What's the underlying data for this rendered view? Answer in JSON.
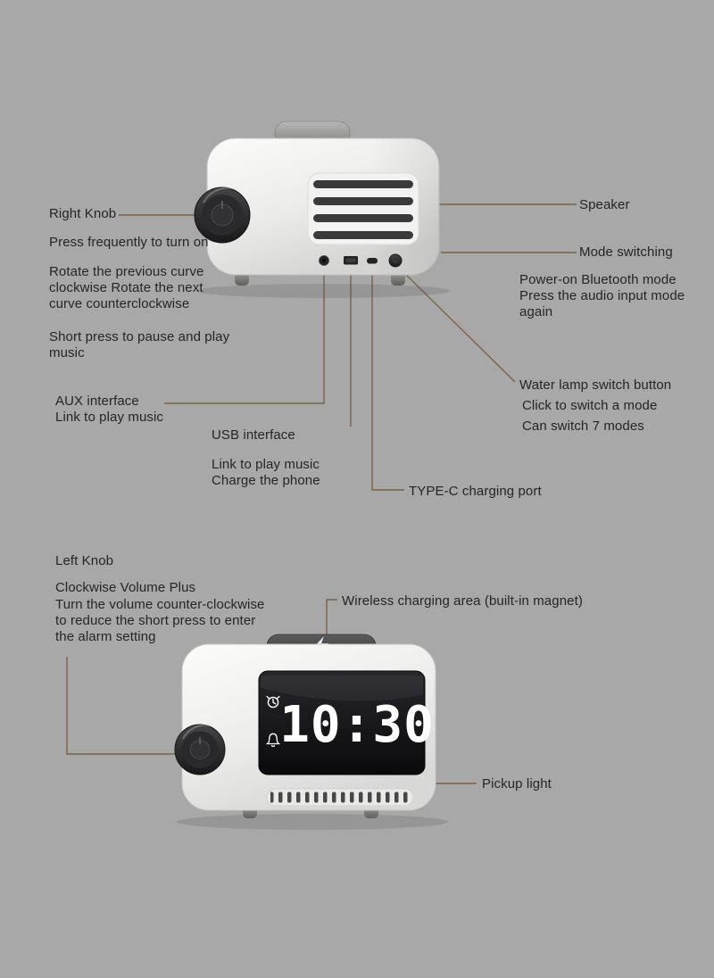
{
  "page": {
    "background": "#a8a8a8",
    "text_color": "#252525",
    "leader_line_color": "#7d6045"
  },
  "speaker_section": {
    "right_knob": {
      "title": "Right Knob",
      "desc_power": "Press frequently to turn on",
      "desc_rotate": "Rotate the previous curve clockwise Rotate the next curve counterclockwise",
      "desc_play": "Short press to pause and play music"
    },
    "speaker": {
      "title": "Speaker"
    },
    "mode_switch": {
      "title": "Mode switching",
      "desc": "Power-on Bluetooth mode Press the audio input mode again"
    },
    "water_lamp": {
      "title": "Water lamp switch button",
      "desc_click": "Click to switch a mode",
      "desc_modes": "Can switch 7 modes"
    },
    "aux": {
      "title": "AUX interface",
      "desc": "Link to play music"
    },
    "usb": {
      "title": "USB interface",
      "desc_play": "Link to play music",
      "desc_charge": "Charge the phone"
    },
    "type_c": {
      "title": "TYPE-C charging port"
    }
  },
  "clock_section": {
    "left_knob": {
      "title": "Left Knob",
      "subtitle": "Clockwise Volume Plus",
      "desc": "Turn the volume counter-clockwise to reduce the short press to enter the alarm setting"
    },
    "wireless": {
      "title": "Wireless charging area (built-in magnet)"
    },
    "pickup_light": {
      "title": "Pickup light"
    },
    "display": {
      "time": "10:30"
    }
  },
  "icons": {
    "wireless_pad": "lightning-bolt-icon",
    "display_top_left": "alarm-clock-icon",
    "display_bottom_left": "bell-icon"
  }
}
